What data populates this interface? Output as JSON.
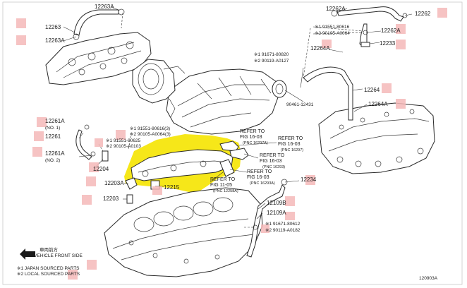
{
  "labels": {
    "p12263A_top": "12263A",
    "p12263": "12263",
    "p12263A_left": "12263A",
    "p12262A_top": "12262A",
    "p12262": "12262",
    "p12262A_right": "12262A",
    "p12233": "12233",
    "p12264A_upper": "12264A",
    "p12264": "12264",
    "p12264A_lower": "12264A",
    "p12261A_1": "12261A",
    "no1": "(NO. 1)",
    "p12261": "12261",
    "p12261A_2": "12261A",
    "no2": "(NO. 2)",
    "p12204": "12204",
    "p12203A": "12203A",
    "p12215": "12215",
    "p12203": "12203",
    "p12234": "12234",
    "p12109B": "12109B",
    "p12109A": "12109A",
    "p90461": "90461-12431"
  },
  "codes": {
    "top_right_1": "※1 91551-80616",
    "top_right_2": "※2 90105-A0064",
    "mid_right_1": "※1 91671-80820",
    "mid_right_2": "※2 90119-A0127",
    "center_1": "※1 91551-80616(3)",
    "center_2": "※2 90105-A0064(3)",
    "left_1": "※1 91551-80625",
    "left_2": "※2 90105-A0103",
    "bottom_right_1": "※1 91671-80612",
    "bottom_right_2": "※2 90119-A0182"
  },
  "refs": [
    {
      "line1": "REFER TO",
      "line2": "FIG 16-03",
      "line3": "(PNC 16297A)"
    },
    {
      "line1": "REFER TO",
      "line2": "FIG 16-03",
      "line3": "(PNC 16297)"
    },
    {
      "line1": "REFER TO",
      "line2": "FIG 16-03",
      "line3": "(PNC 16293)"
    },
    {
      "line1": "REFER TO",
      "line2": "FIG 16-03",
      "line3": "(PNC 16293A)"
    },
    {
      "line1": "REFER TO",
      "line2": "FIG 11-05",
      "line3": "(PNC 12258A)"
    }
  ],
  "legend": {
    "vehicle_front_jp": "車両前方",
    "vehicle_front": "VEHICLE FRONT SIDE",
    "note1": "※1 JAPAN SOURCED PARTS",
    "note2": "※2 LOCAL SOURCED PARTS"
  },
  "figure_id": "120903A",
  "colors": {
    "highlight": "#f5e400",
    "redaction": "#f4b8b8",
    "line": "#2a2a2a"
  }
}
